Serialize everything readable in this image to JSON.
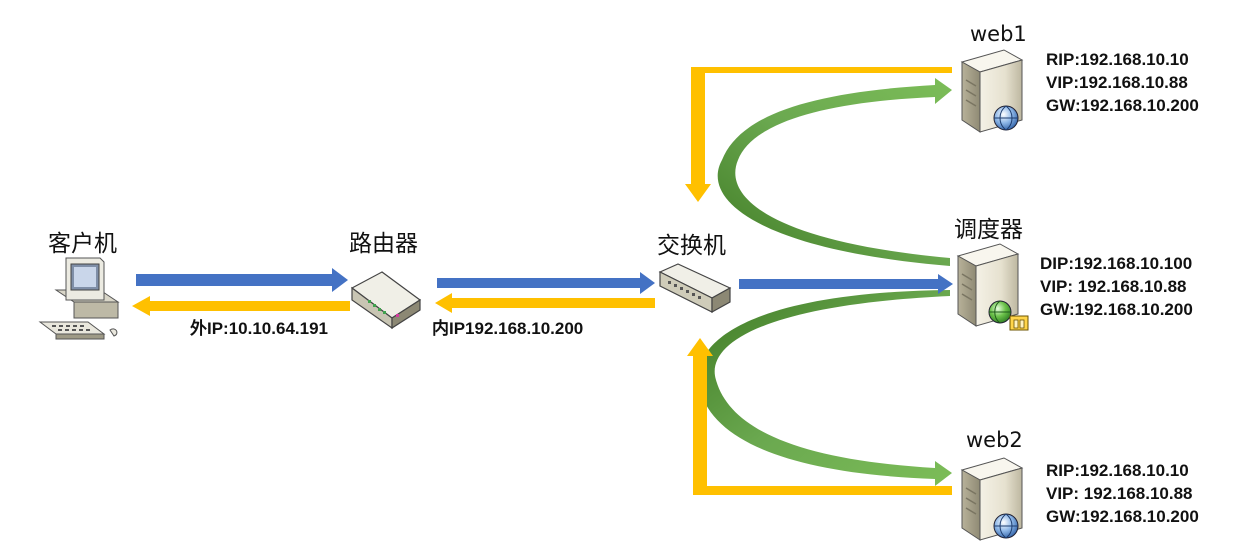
{
  "nodes": {
    "client": {
      "label": "客户机",
      "icon": "desktop-computer-icon"
    },
    "router": {
      "label": "路由器",
      "icon": "router-icon"
    },
    "switch": {
      "label": "交换机",
      "icon": "network-switch-icon"
    },
    "scheduler": {
      "label": "调度器",
      "icon": "server-icon",
      "lines": [
        "DIP:192.168.10.100",
        "VIP: 192.168.10.88",
        "GW:192.168.10.200"
      ]
    },
    "web1": {
      "label": "web1",
      "icon": "web-server-icon",
      "lines": [
        "RIP:192.168.10.10",
        "VIP:192.168.10.88",
        "GW:192.168.10.200"
      ]
    },
    "web2": {
      "label": "web2",
      "icon": "web-server-icon",
      "lines": [
        "RIP:192.168.10.10",
        "VIP: 192.168.10.88",
        "GW:192.168.10.200"
      ]
    }
  },
  "links": {
    "external_ip": "外IP:10.10.64.191",
    "internal_ip": "内IP192.168.10.200"
  },
  "colors": {
    "request_arrow": "#4472c4",
    "response_arrow": "#ffc000",
    "forward_arrow": "#70ad47",
    "forward_arrow_dark": "#548235"
  }
}
